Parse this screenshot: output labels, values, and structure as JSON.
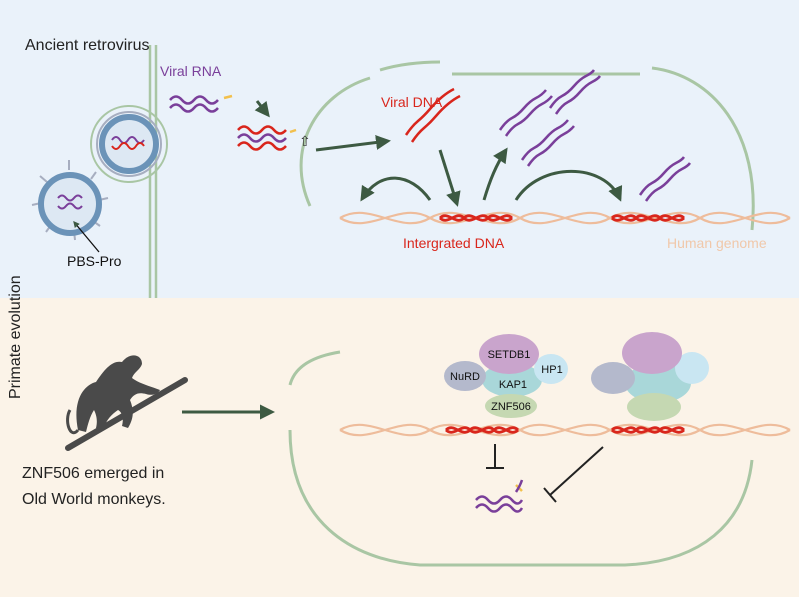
{
  "top_panel": {
    "title": "Ancient retrovirus",
    "viral_rna_label": "Viral RNA",
    "viral_dna_label": "Viral DNA",
    "integrated_dna_label": "Intergrated DNA",
    "human_genome_label": "Human genome",
    "pbs_label": "PBS-Pro"
  },
  "side_label": "Primate evolution",
  "bottom_panel": {
    "caption_line1": "ZNF506 emerged in",
    "caption_line2": "Old World monkeys.",
    "proteins": {
      "setdb1": "SETDB1",
      "hp1": "HP1",
      "nurd": "NuRD",
      "kap1": "KAP1",
      "znf506": "ZNF506"
    }
  },
  "colors": {
    "top_background": "#eaf2fa",
    "bottom_background": "#fbf3e8",
    "viral_rna": "#7a3f9a",
    "viral_dna": "#d9261c",
    "human_genome": "#eebc9b",
    "arrow": "#3d5a42",
    "nucleus": "#a9c6a4",
    "setdb1": "#c9a4cc",
    "hp1": "#c9e6f2",
    "nurd": "#b4b9cc",
    "kap1": "#a9d7d9",
    "znf506": "#c5d8b2"
  }
}
